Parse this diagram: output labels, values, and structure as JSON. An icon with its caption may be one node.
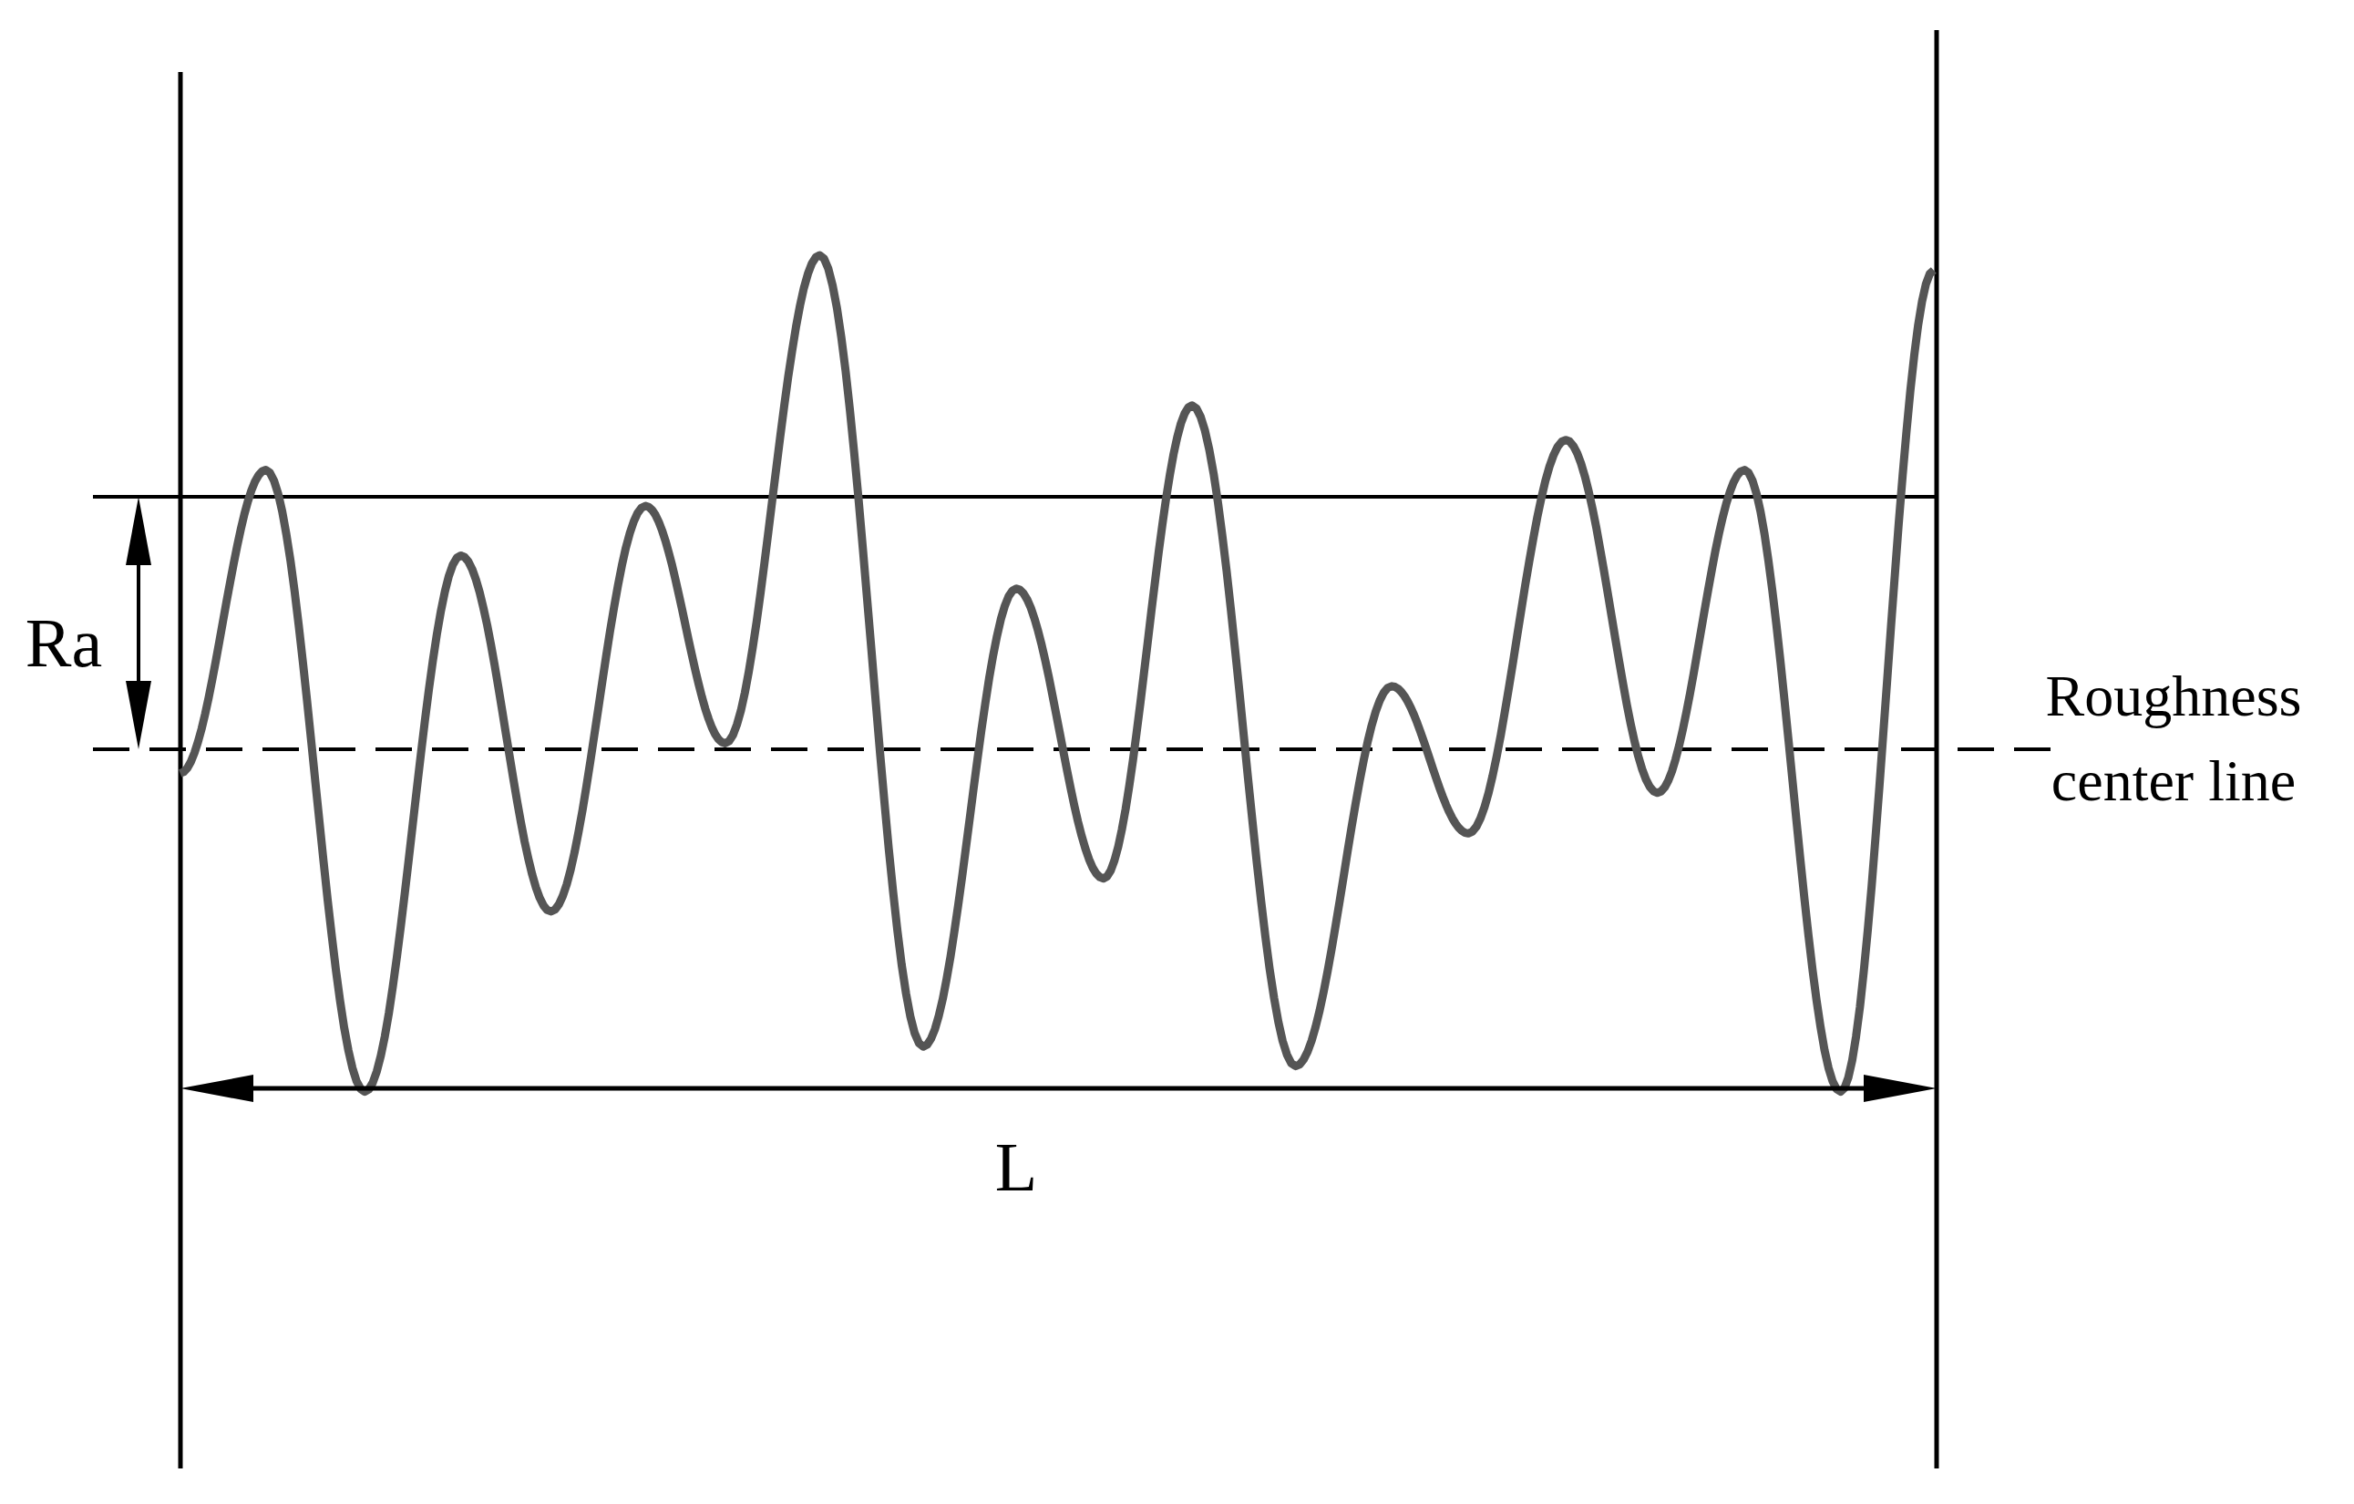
{
  "diagram": {
    "labels": [
      "Ra",
      "Roughness center line",
      "L"
    ]
  }
}
